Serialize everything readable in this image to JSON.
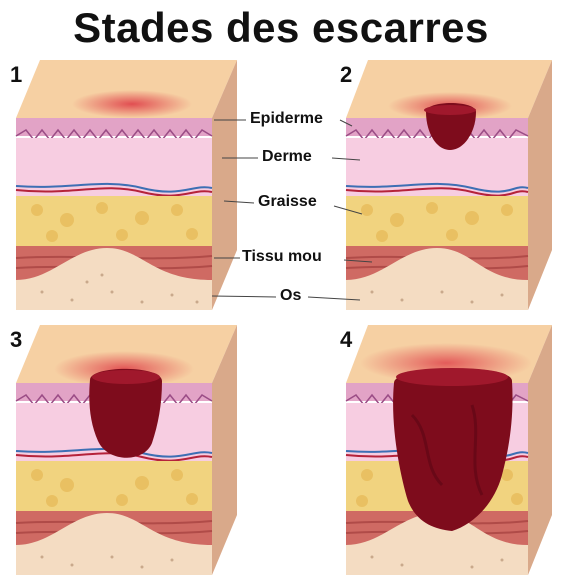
{
  "title": "Stades des escarres",
  "stages": [
    {
      "number": "1"
    },
    {
      "number": "2"
    },
    {
      "number": "3"
    },
    {
      "number": "4"
    }
  ],
  "layers": [
    "Epiderme",
    "Derme",
    "Graisse",
    "Tissu mou",
    "Os"
  ],
  "colors": {
    "surface": "#f6d0a3",
    "epidermis": "#e2a3c6",
    "dermis": "#f7cde1",
    "fat": "#f1d37f",
    "muscle": "#cf6a63",
    "bone": "#f4dcc2",
    "wound": "#7e0c1c",
    "redness": "#e0474d"
  }
}
